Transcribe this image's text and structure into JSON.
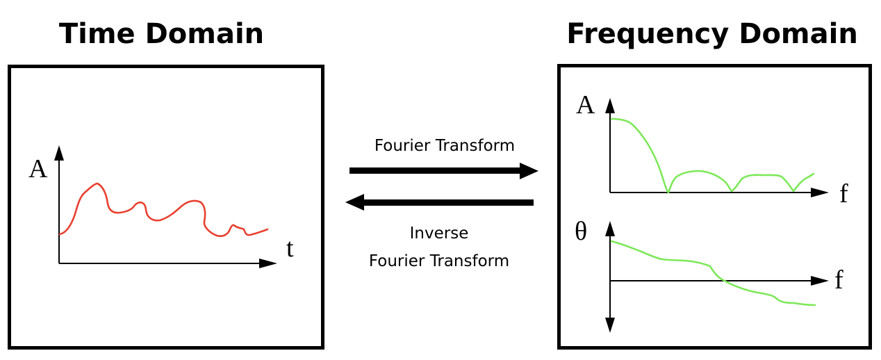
{
  "titles": {
    "time_domain": "Time Domain",
    "frequency_domain": "Frequency Domain"
  },
  "time_plot": {
    "y_label": "A",
    "x_label": "t",
    "curve_color": "#e8402f"
  },
  "frequency_plots": {
    "amplitude": {
      "y_label": "A",
      "x_label": "f",
      "curve_color": "#7ee85a"
    },
    "phase": {
      "y_label": "θ",
      "x_label": "f",
      "curve_color": "#7ee85a"
    }
  },
  "transforms": {
    "forward_label": "Fourier Transform",
    "inverse_label_line1": "Inverse",
    "inverse_label_line2": "Fourier Transform"
  }
}
